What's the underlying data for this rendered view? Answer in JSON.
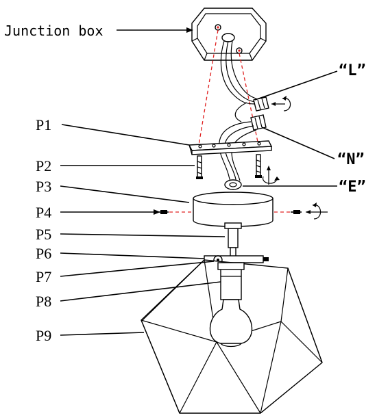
{
  "labels": {
    "junction_box": "Junction box",
    "live": "“L”",
    "neutral": "“N”",
    "earth": "“E”",
    "p1": "P1",
    "p2": "P2",
    "p3": "P3",
    "p4": "P4",
    "p5": "P5",
    "p6": "P6",
    "p7": "P7",
    "p8": "P8",
    "p9": "P9"
  }
}
